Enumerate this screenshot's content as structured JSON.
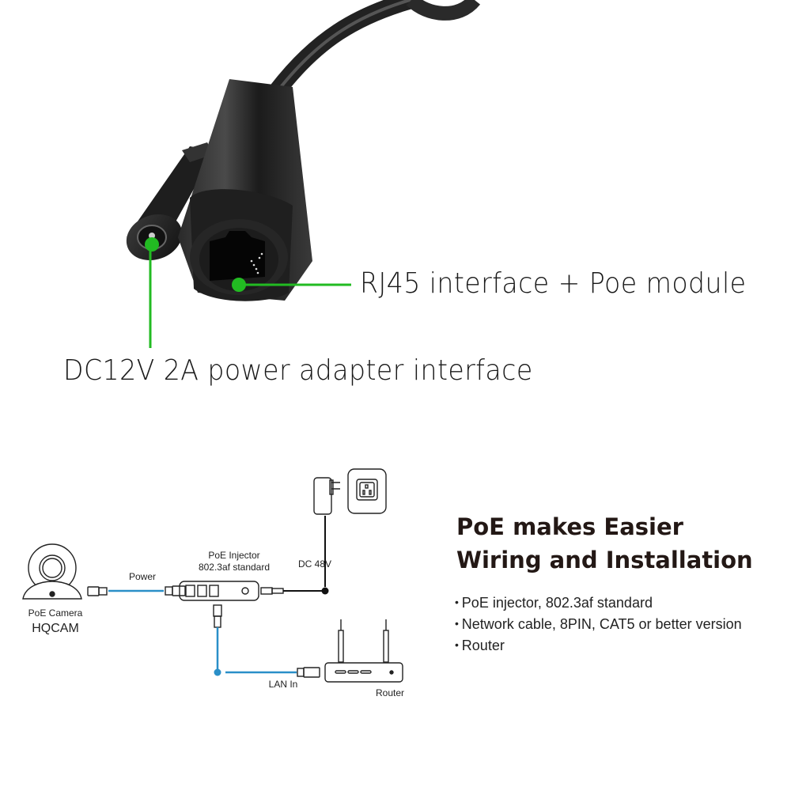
{
  "photo": {
    "callouts": {
      "rj45": "RJ45 interface + Poe module",
      "dc_power": "DC12V 2A power adapter interface"
    },
    "callout_color": "#22bb22"
  },
  "diagram": {
    "camera": {
      "label": "PoE Camera",
      "brand": "HQCAM"
    },
    "power_cable_label": "Power",
    "injector": {
      "title": "PoE Injector",
      "standard": "802.3af standard"
    },
    "dc_label": "DC 48V",
    "lan_label": "LAN In",
    "router_label": "Router",
    "cable_color": "#2a8fc8"
  },
  "info": {
    "headline_line1": "PoE makes Easier",
    "headline_line2": "Wiring and Installation",
    "bullets": [
      "PoE injector, 802.3af standard",
      "Network cable, 8PIN, CAT5 or better version",
      "Router"
    ]
  }
}
